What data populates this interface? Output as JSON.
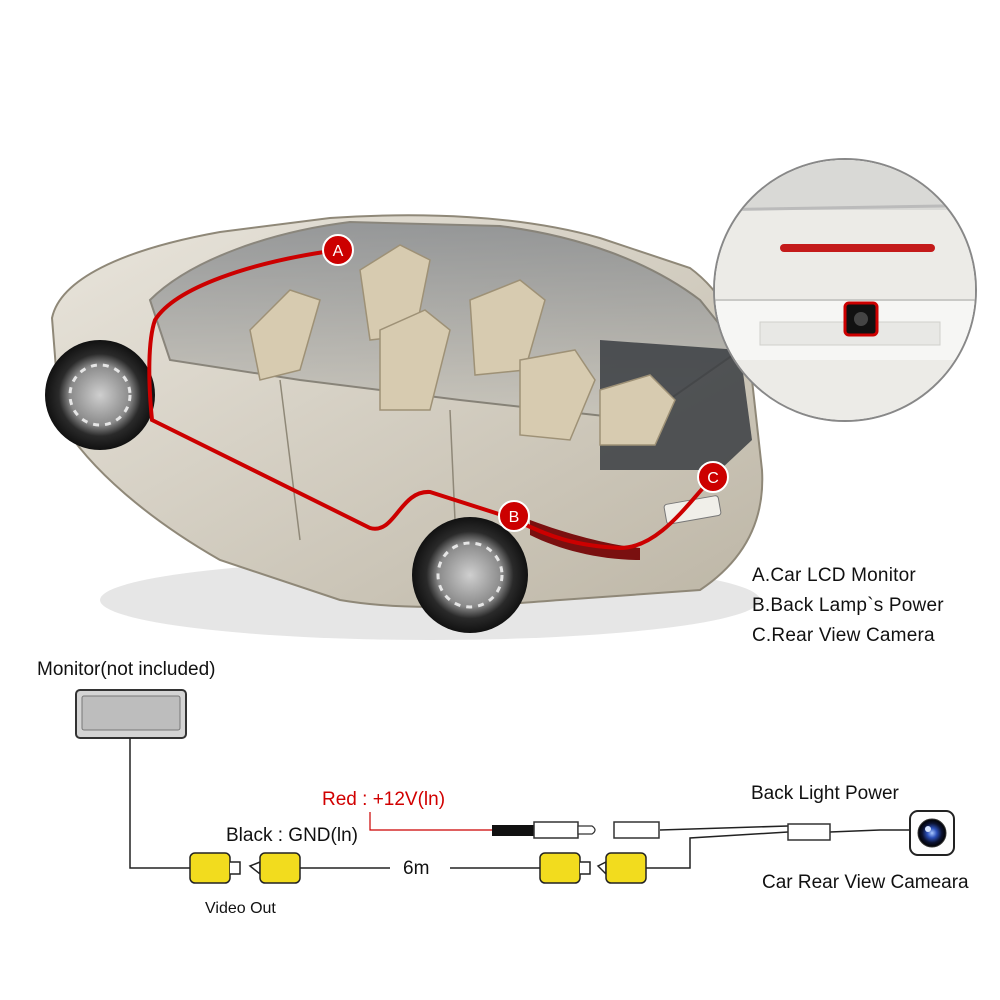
{
  "markers": {
    "a": "A",
    "b": "B",
    "c": "C"
  },
  "legend": [
    "A.Car LCD Monitor",
    "B.Back Lamp`s Power",
    "C.Rear View Camera"
  ],
  "wiring": {
    "monitor_label": "Monitor(not included)",
    "red_wire_label": "Red : +12V(ln)",
    "black_wire_label": "Black : GND(ln)",
    "cable_length": "6m",
    "video_out_label": "Video Out",
    "back_light_label": "Back Light Power",
    "camera_label": "Car Rear View Cameara"
  },
  "colors": {
    "route_red": "#cc0000",
    "connector_yellow": "#f2dc1e",
    "car_body": "#d8d2c4"
  }
}
